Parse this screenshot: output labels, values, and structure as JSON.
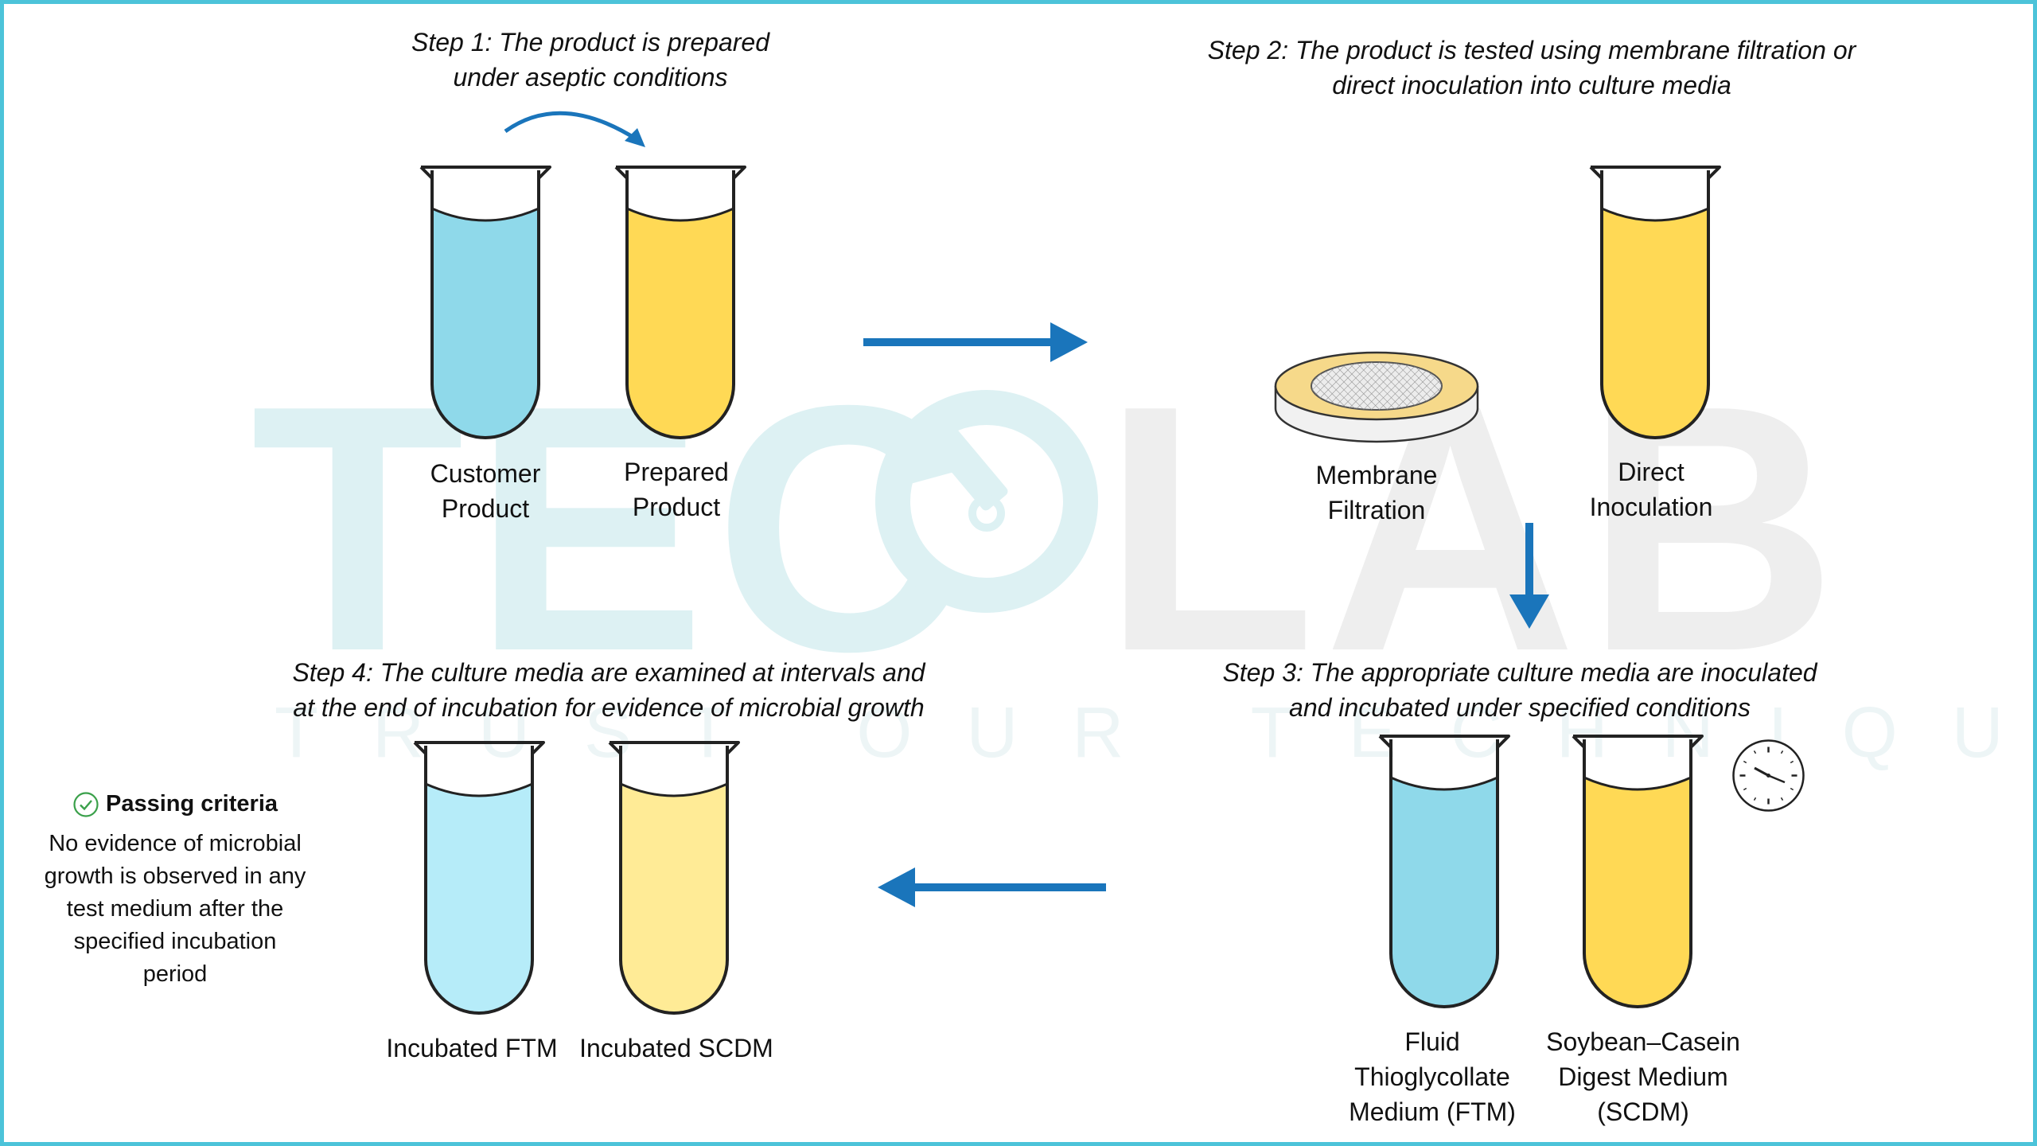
{
  "watermark": {
    "brand_part1": "TEC",
    "brand_part2": "LAB",
    "tagline": "TRUST OUR TECHNIQUE"
  },
  "colors": {
    "border": "#4cc3d9",
    "arrow": "#1a75bb",
    "blue_liquid": "#8fd9ea",
    "yellow_liquid": "#ffd955",
    "check": "#3aa04a"
  },
  "steps": {
    "step1": [
      "Step 1: The product is prepared",
      "under aseptic conditions"
    ],
    "step2": [
      "Step 2: The product is tested using membrane filtration or",
      "direct inoculation into culture media"
    ],
    "step3": [
      "Step 3: The appropriate culture media are inoculated",
      "and incubated under specified conditions"
    ],
    "step4": [
      "Step 4: The culture media are examined at intervals and",
      "at the end of incubation for evidence of microbial growth"
    ]
  },
  "labels": {
    "customer_product": [
      "Customer",
      "Product"
    ],
    "prepared_product": [
      "Prepared",
      "Product"
    ],
    "membrane_filtration": [
      "Membrane",
      "Filtration"
    ],
    "direct_inoculation": [
      "Direct",
      "Inoculation"
    ],
    "ftm": [
      "Fluid",
      "Thioglycollate",
      "Medium (FTM)"
    ],
    "scdm": [
      "Soybean–Casein",
      "Digest Medium",
      "(SCDM)"
    ],
    "incubated_ftm": "Incubated FTM",
    "incubated_scdm": "Incubated SCDM"
  },
  "criteria": {
    "title": "Passing criteria",
    "lines": [
      "No evidence of microbial",
      "growth is observed in any",
      "test medium after the",
      "specified incubation",
      "period"
    ]
  },
  "icons": {
    "curved_arrow": "curved-arrow-icon",
    "clock": "clock-icon",
    "check": "check-circle-icon",
    "membrane": "membrane-filter-icon"
  }
}
